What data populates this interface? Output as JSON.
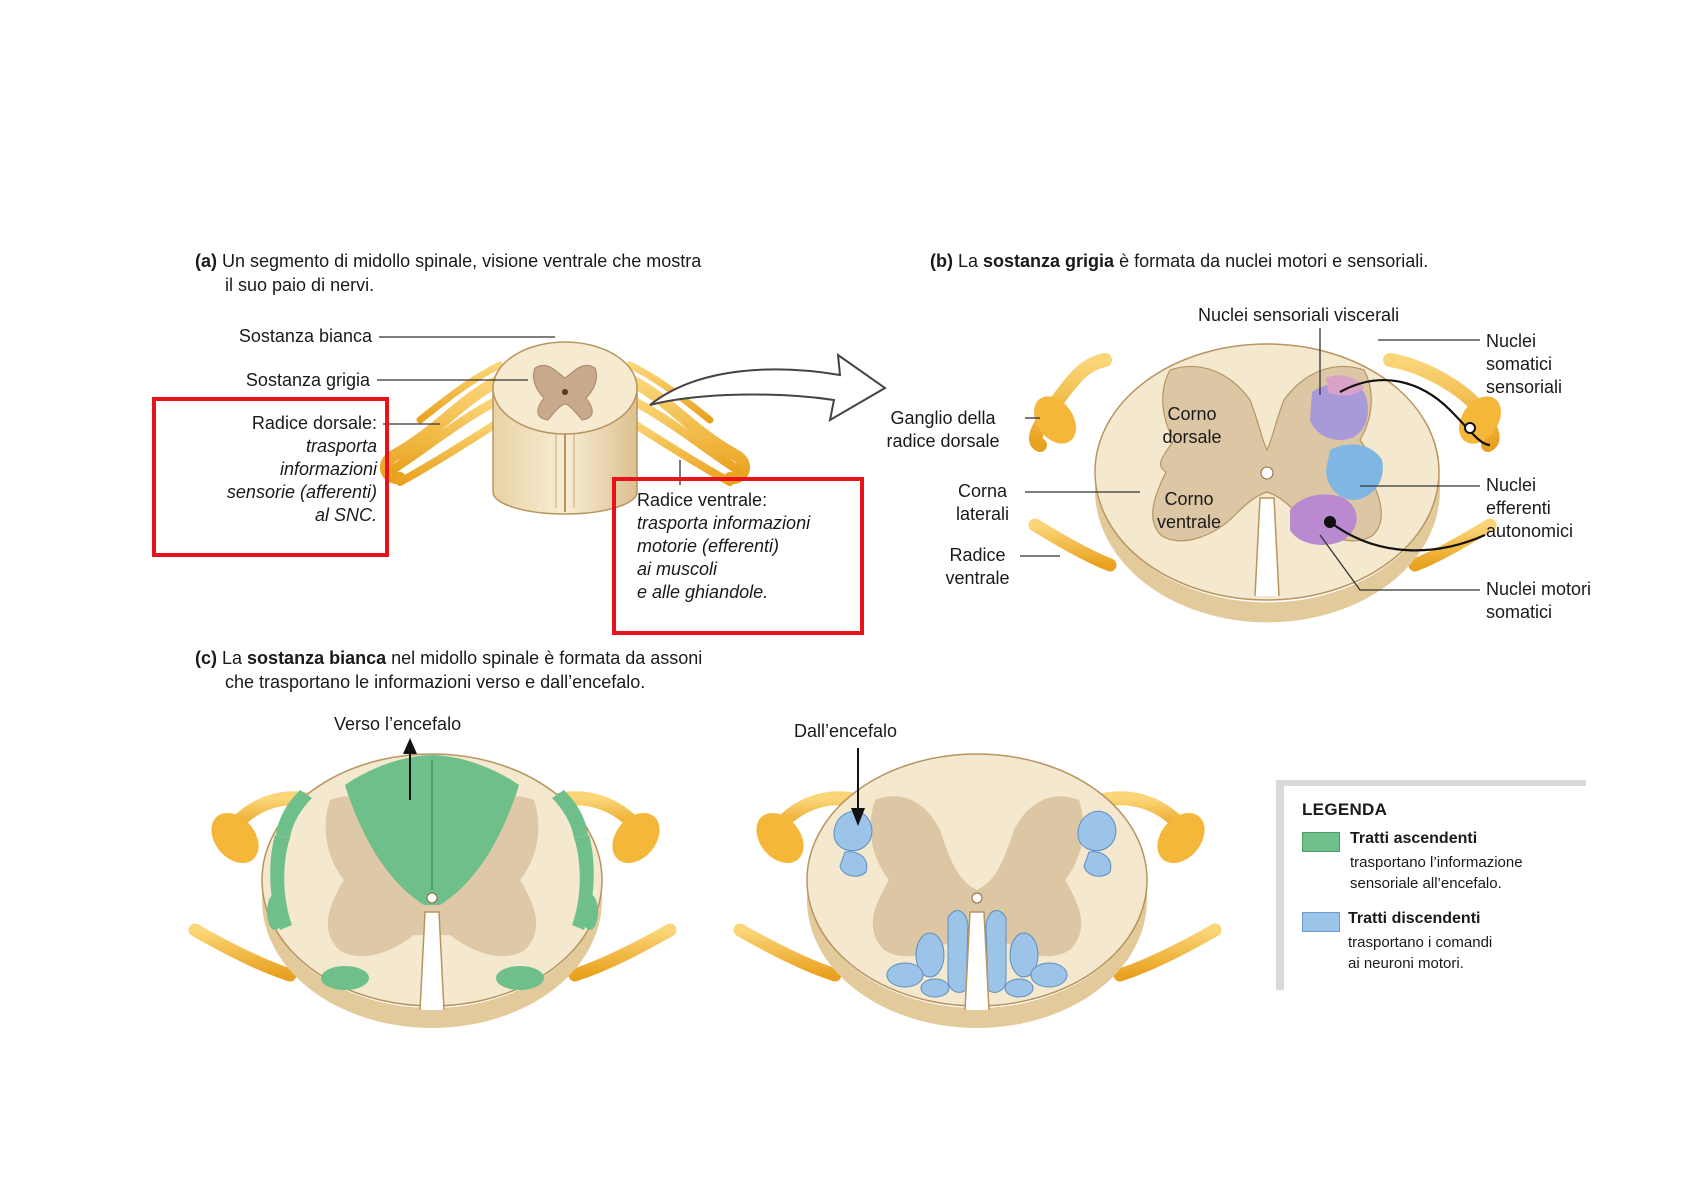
{
  "panel_a": {
    "caption_tag": "(a)",
    "caption_line1": "Un segmento di midollo spinale, visione ventrale che mostra",
    "caption_line2": "il suo paio di nervi.",
    "label_white": "Sostanza bianca",
    "label_grey": "Sostanza grigia",
    "dorsal_root": {
      "title": "Radice dorsale:",
      "lines": [
        "trasporta",
        "informazioni",
        "sensorie (afferenti)",
        "al SNC."
      ]
    },
    "ventral_root": {
      "title": "Radice ventrale:",
      "lines": [
        "trasporta informazioni",
        "motorie  (efferenti)",
        "ai muscoli",
        "e alle ghiandole."
      ]
    }
  },
  "panel_b": {
    "caption_tag": "(b)",
    "caption_pre": "La ",
    "caption_bold": "sostanza grigia",
    "caption_post": " è formata da nuclei motori e sensoriali.",
    "visceral_sensory": "Nuclei sensoriali viscerali",
    "somatic_sensory": [
      "Nuclei",
      "somatici",
      "sensoriali"
    ],
    "ganglion": [
      "Ganglio della",
      "radice dorsale"
    ],
    "dorsal_horn": [
      "Corno",
      "dorsale"
    ],
    "lateral_horns": [
      "Corna",
      "laterali"
    ],
    "ventral_horn": [
      "Corno",
      "ventrale"
    ],
    "ventral_root": [
      "Radice",
      "ventrale"
    ],
    "autonomic_efferent": [
      "Nuclei",
      "efferenti",
      "autonomici"
    ],
    "somatic_motor": [
      "Nuclei motori",
      "somatici"
    ]
  },
  "panel_c": {
    "caption_tag": "(c)",
    "caption_pre": "La ",
    "caption_bold": "sostanza bianca",
    "caption_post": " nel midollo spinale è formata da assoni",
    "caption_line2": "che trasportano le informazioni verso e dall’encefalo.",
    "to_brain": "Verso l’encefalo",
    "from_brain": "Dall’encefalo"
  },
  "legend": {
    "title": "LEGENDA",
    "items": [
      {
        "heading": "Tratti ascendenti",
        "lines": [
          "trasportano l’informazione",
          "sensoriale all’encefalo."
        ],
        "color": "#6fbf8a"
      },
      {
        "heading": "Tratti discendenti",
        "lines": [
          "trasportano i comandi",
          "ai neuroni motori."
        ],
        "color": "#9cc3e8"
      }
    ]
  },
  "colors": {
    "white_matter": "#f3e6c9",
    "grey_matter": "#d9c3a1",
    "nerve": "#f5b73a",
    "highlight_box": "#e8121a",
    "ascending": "#6fbf8a",
    "descending": "#9cc3e8",
    "sensory_visceral": "#c79ad6",
    "autonomic": "#7fb6e3",
    "motor": "#b98ad0"
  }
}
